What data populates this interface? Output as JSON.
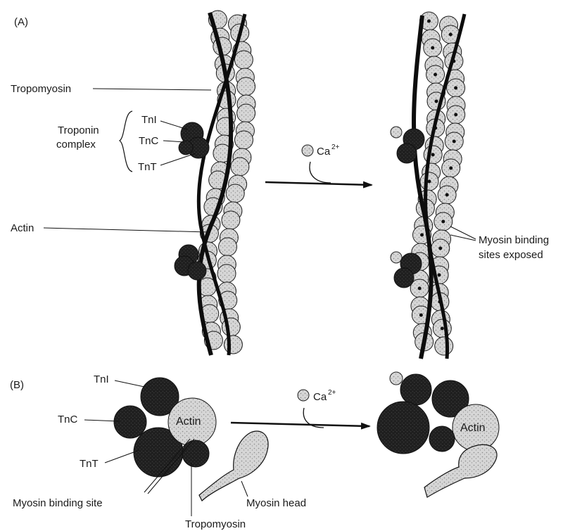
{
  "panel_a": {
    "label": "(A)",
    "tropomyosin": "Tropomyosin",
    "troponin_line1": "Troponin",
    "troponin_line2": "complex",
    "tni": "TnI",
    "tnc": "TnC",
    "tnt": "TnT",
    "actin": "Actin",
    "calcium": "Ca",
    "calcium_charge": "2+",
    "myosin_sites_line1": "Myosin binding",
    "myosin_sites_line2": "sites exposed"
  },
  "panel_b": {
    "label": "(B)",
    "tni": "TnI",
    "tnc": "TnC",
    "tnt": "TnT",
    "actin_left": "Actin",
    "actin_right": "Actin",
    "calcium": "Ca",
    "calcium_charge": "2+",
    "myosin_binding_site": "Myosin binding site",
    "myosin_head": "Myosin head",
    "tropomyosin": "Tropomyosin"
  },
  "colors": {
    "troponin_dark": "#1c1c1c",
    "actin_light": "#d4d4d4",
    "tropomyosin_strand": "#0d0d0d",
    "outline": "#111111"
  }
}
